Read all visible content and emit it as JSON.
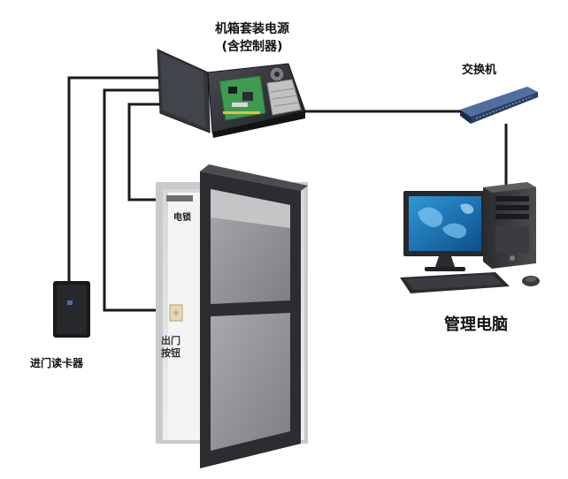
{
  "labels": {
    "controller_box_line1": "机箱套装电源",
    "controller_box_line2": "(含控制器)",
    "switch": "交换机",
    "electric_lock": "电锁",
    "exit_button_line1": "出门",
    "exit_button_line2": "按钮",
    "card_reader": "进门读卡器",
    "management_pc": "管理电脑"
  },
  "colors": {
    "wire": "#1a1a1a",
    "door_frame": "#2b2d31",
    "glass": "#8f9194",
    "wall": "#e6e7e8",
    "pcb": "#3f9a52",
    "screen": "#1c7fc4"
  }
}
